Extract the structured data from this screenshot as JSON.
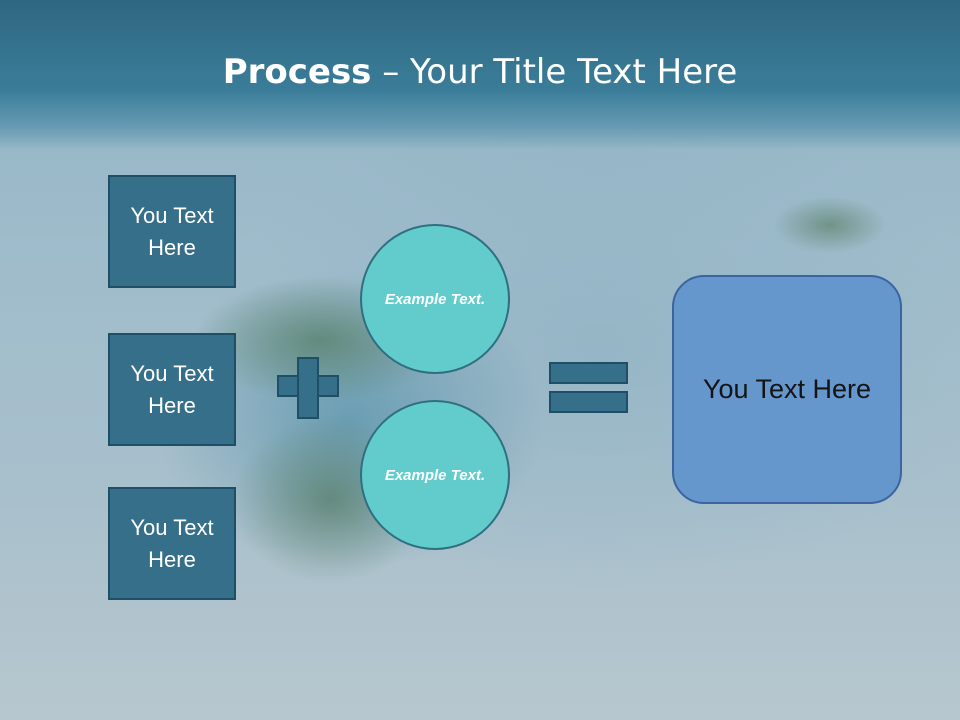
{
  "slide": {
    "title_bold": "Process",
    "title_rest": " – Your Title Text Here",
    "inputs": [
      "You Text Here",
      "You Text Here",
      "You Text Here"
    ],
    "circles": [
      "Example Text.",
      "Example Text."
    ],
    "result": "You Text Here"
  },
  "colors": {
    "header": "#3a7d99",
    "box": "#356f8a",
    "circle": "#62cccd",
    "result": "#6596cc"
  }
}
